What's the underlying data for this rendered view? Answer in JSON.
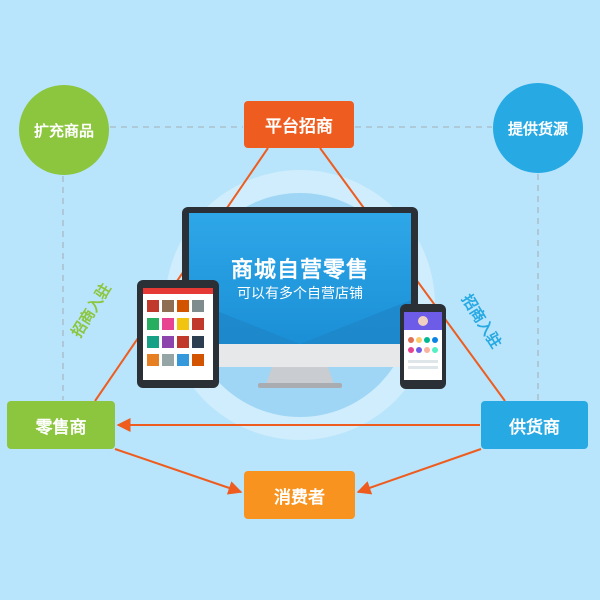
{
  "nodes": {
    "expand_products": "扩充商品",
    "provide_supply": "提供货源",
    "platform_recruit": "平台招商",
    "retailer": "零售商",
    "supplier": "供货商",
    "consumer": "消费者"
  },
  "monitor": {
    "title": "商城自营零售",
    "subtitle": "可以有多个自营店铺"
  },
  "edge_labels": {
    "left_recruit": "招商入驻",
    "right_recruit": "招商入驻"
  },
  "colors": {
    "background": "#b8e5fb",
    "green": "#8cc63f",
    "blue": "#27a9e3",
    "orange_red": "#ee5c1f",
    "orange": "#f7931e",
    "dashed_line": "#a9b9c4"
  }
}
